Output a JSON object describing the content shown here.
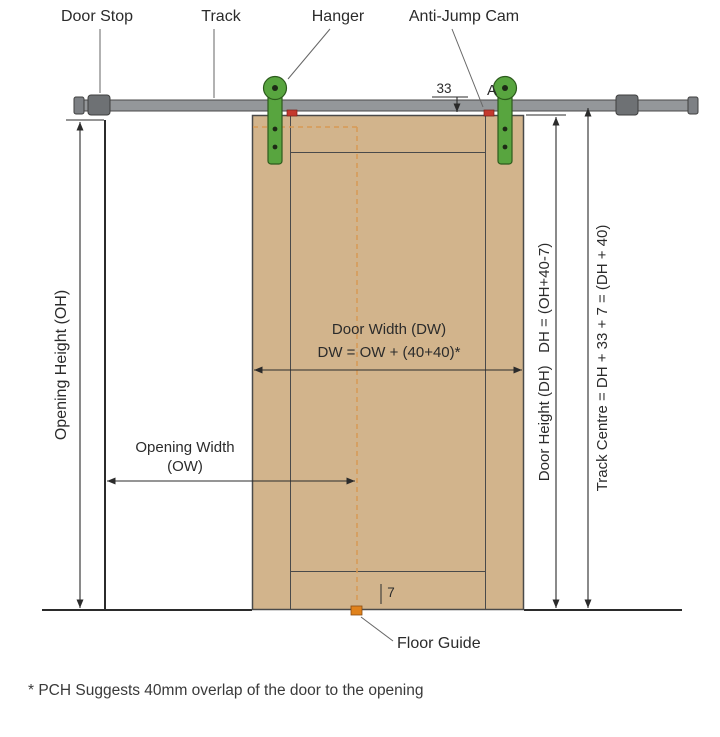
{
  "callouts": {
    "door_stop": "Door Stop",
    "track": "Track",
    "hanger": "Hanger",
    "anti_jump_cam": "Anti-Jump Cam",
    "a_marker": "A"
  },
  "dimensions": {
    "track_to_door_top": "33",
    "opening_height": "Opening Height (OH)",
    "opening_width_1": "Opening Width",
    "opening_width_2": "(OW)",
    "door_width_1": "Door Width (DW)",
    "door_width_2": "DW = OW + (40+40)*",
    "door_height": "Door Height (DH)   DH = (OH+40-7)",
    "track_centre": "Track Centre = DH + 33 + 7 = (DH + 40)",
    "floor_clearance": "7"
  },
  "parts": {
    "floor_guide": "Floor Guide"
  },
  "footnote": "* PCH Suggests 40mm overlap of the door to the opening",
  "colors": {
    "door_fill": "#d2b48c",
    "track_fill": "#94979a",
    "track_stop": "#6e7174",
    "hanger_green": "#58a53f",
    "hanger_dark": "#2c5a1c",
    "cam_red": "#c4392e",
    "floor_guide_orange": "#e0821c",
    "hidden_edge": "#d89a55",
    "line": "#2b2b2b"
  }
}
